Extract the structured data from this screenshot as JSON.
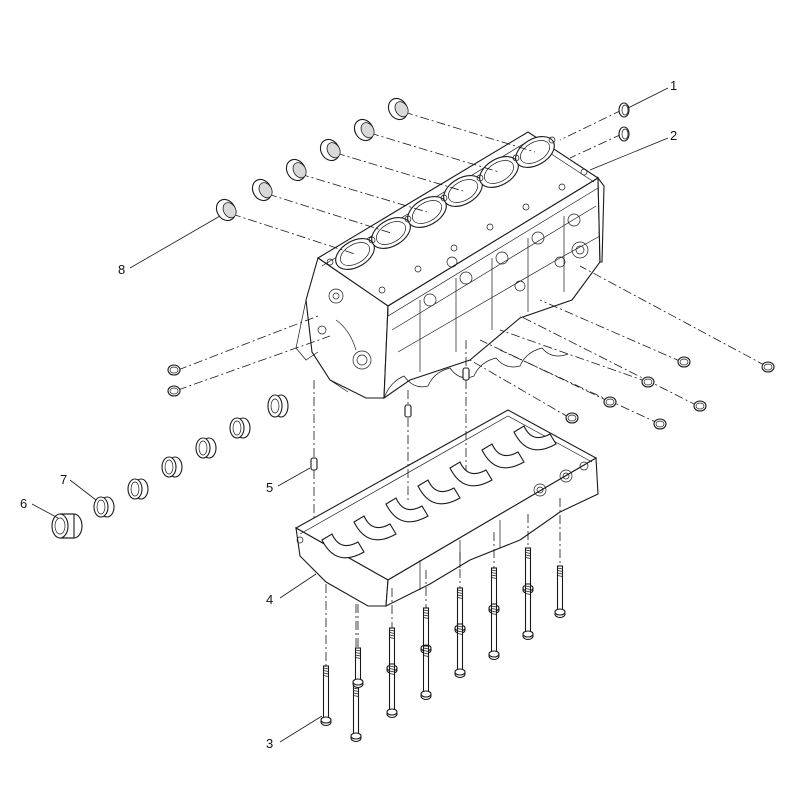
{
  "callouts": [
    {
      "id": "1",
      "label": "1"
    },
    {
      "id": "2",
      "label": "2"
    },
    {
      "id": "3",
      "label": "3"
    },
    {
      "id": "4",
      "label": "4"
    },
    {
      "id": "5",
      "label": "5"
    },
    {
      "id": "6",
      "label": "6"
    },
    {
      "id": "7",
      "label": "7"
    },
    {
      "id": "8",
      "label": "8"
    }
  ],
  "parts": {
    "cylinder_block_bores": 6,
    "main_bearing_shells": 7,
    "main_cap_bolts": 14
  }
}
